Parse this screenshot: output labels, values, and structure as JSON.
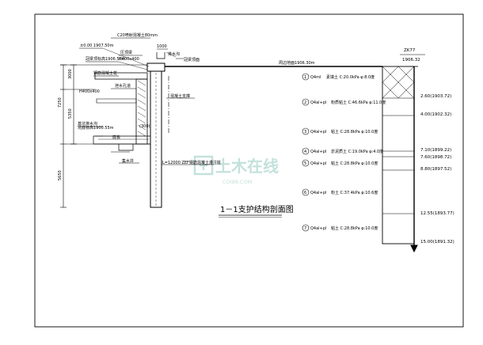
{
  "drawing": {
    "title": "1－1支护结构剖面图",
    "colors": {
      "line": "#000000",
      "watermark": "#b9dcd5",
      "paper": "#ffffff"
    }
  },
  "top_labels": {
    "concrete": "C20喷射混凝土80mm",
    "dim_1000": "1000",
    "ground_level": "±0.00 1907.50m",
    "slope_top": "排水沟",
    "crown_beam": "冠梁顶面",
    "outer_level": "周边地面1906.30m",
    "face_layer": "压顶梁",
    "top_beam": "H400x400",
    "elev_1906": "冠梁顶标高1906.50m",
    "pile_label": "钢筋混凝土桩",
    "hpile": "H400x400",
    "drain_note": "泄水孔道",
    "support_note": "混凝土支撑",
    "water_line": "基坑排水沟",
    "elev_1900": "坑底标高1900.55m",
    "anchor": "(300)",
    "bottom_slab": "底板",
    "pump": "集水井",
    "pile_spec": "L=12000 ZEF钢筋混凝土灌注桩",
    "dims": {
      "d1": "3000",
      "d2": "5350",
      "d3": "7250",
      "d4": "5650"
    }
  },
  "borehole": {
    "id": "ZK77",
    "top_elev": "1906.32",
    "layers": [
      {
        "num": "1",
        "code": "Q4ml",
        "desc": "素填土 C:20.0kPa φ:8.0度"
      },
      {
        "num": "2",
        "code": "Q4al+pl",
        "desc": "粉质粘土 C:46.6kPa φ:11.0度"
      },
      {
        "num": "3",
        "code": "Q4al+pl",
        "desc": "粘土 C:28.8kPa φ:10.0度"
      },
      {
        "num": "4",
        "code": "Q4al+pl",
        "desc": "淤泥质土 C:19.0kPa φ:4.0度"
      },
      {
        "num": "5",
        "code": "Q4al+pl",
        "desc": "粘土 C:28.8kPa φ:10.0度"
      },
      {
        "num": "6",
        "code": "Q4al+pl",
        "desc": "粉土 C:37.4kPa φ:10.6度"
      },
      {
        "num": "7",
        "code": "Q4al+pl",
        "desc": "粘土 C:28.8kPa φ:10.0度"
      }
    ],
    "depths": [
      "2.60(1903.72)",
      "4.00(1902.32)",
      "7.10(1899.22)",
      "7.60(1898.72)",
      "8.80(1897.52)",
      "12.55(1893.77)",
      "15.00(1891.32)"
    ]
  },
  "watermark": {
    "main": "土木在线",
    "sub": "COI88.COM"
  }
}
